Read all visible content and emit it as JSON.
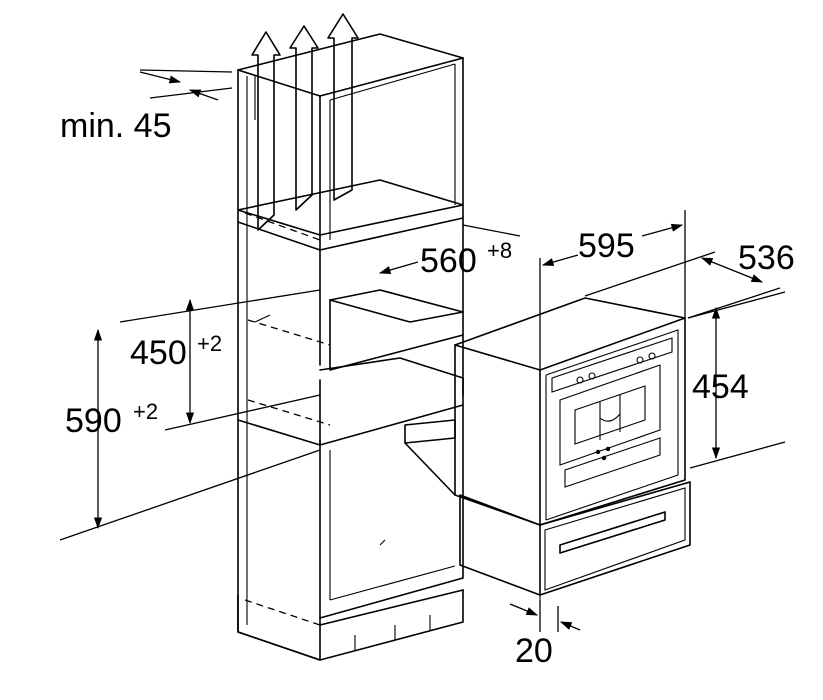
{
  "dimensions": {
    "min_gap": "min. 45",
    "niche_depth": {
      "value": "560",
      "tolerance": "+8"
    },
    "niche_height": {
      "value": "450",
      "tolerance": "+2"
    },
    "floor_height": {
      "value": "590",
      "tolerance": "+2"
    },
    "appliance_width": "595",
    "appliance_depth": "536",
    "appliance_height": "454",
    "front_offset": "20"
  },
  "colors": {
    "line": "#000000",
    "background": "#ffffff"
  },
  "icons": [
    "airflow-arrow-icon",
    "dimension-arrow-icon"
  ]
}
